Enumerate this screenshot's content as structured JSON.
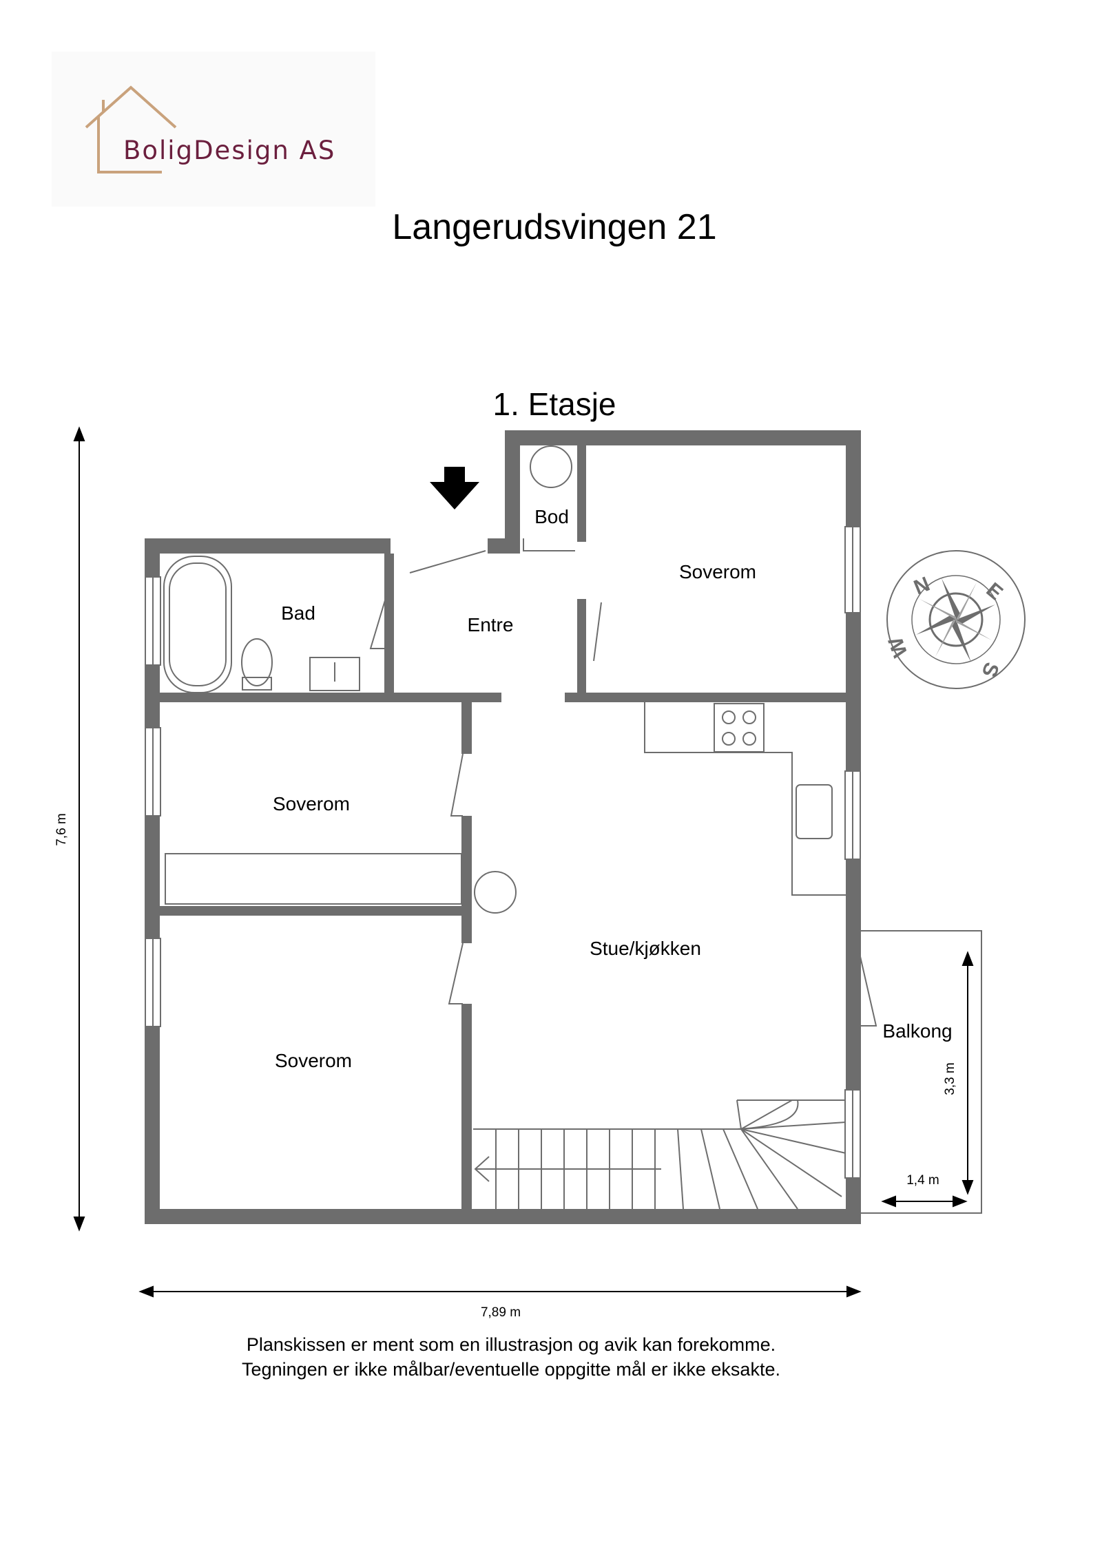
{
  "logo": {
    "company": "BoligDesign AS",
    "icon": "house-outline-icon",
    "color": "#6b1f3e",
    "accent": "#c9a27c"
  },
  "title": "Langerudsvingen 21",
  "floor": "1. Etasje",
  "rooms": {
    "bod": "Bod",
    "bad": "Bad",
    "entre": "Entre",
    "soverom_1": "Soverom",
    "soverom_2": "Soverom",
    "soverom_3": "Soverom",
    "stue": "Stue/kjøkken",
    "balkong": "Balkong"
  },
  "dimensions": {
    "height": "7,6 m",
    "width": "7,89 m",
    "balcony_depth": "3,3 m",
    "balcony_width": "1,4 m"
  },
  "compass": {
    "n": "N",
    "e": "E",
    "s": "S",
    "w": "W"
  },
  "disclaimer": {
    "line1": "Planskissen er ment som en illustrasjon og avik kan forekomme.",
    "line2": "Tegningen er ikke målbar/eventuelle oppgitte mål er ikke eksakte."
  },
  "colors": {
    "wall": "#6d6d6d",
    "line": "#8a8a8a"
  }
}
